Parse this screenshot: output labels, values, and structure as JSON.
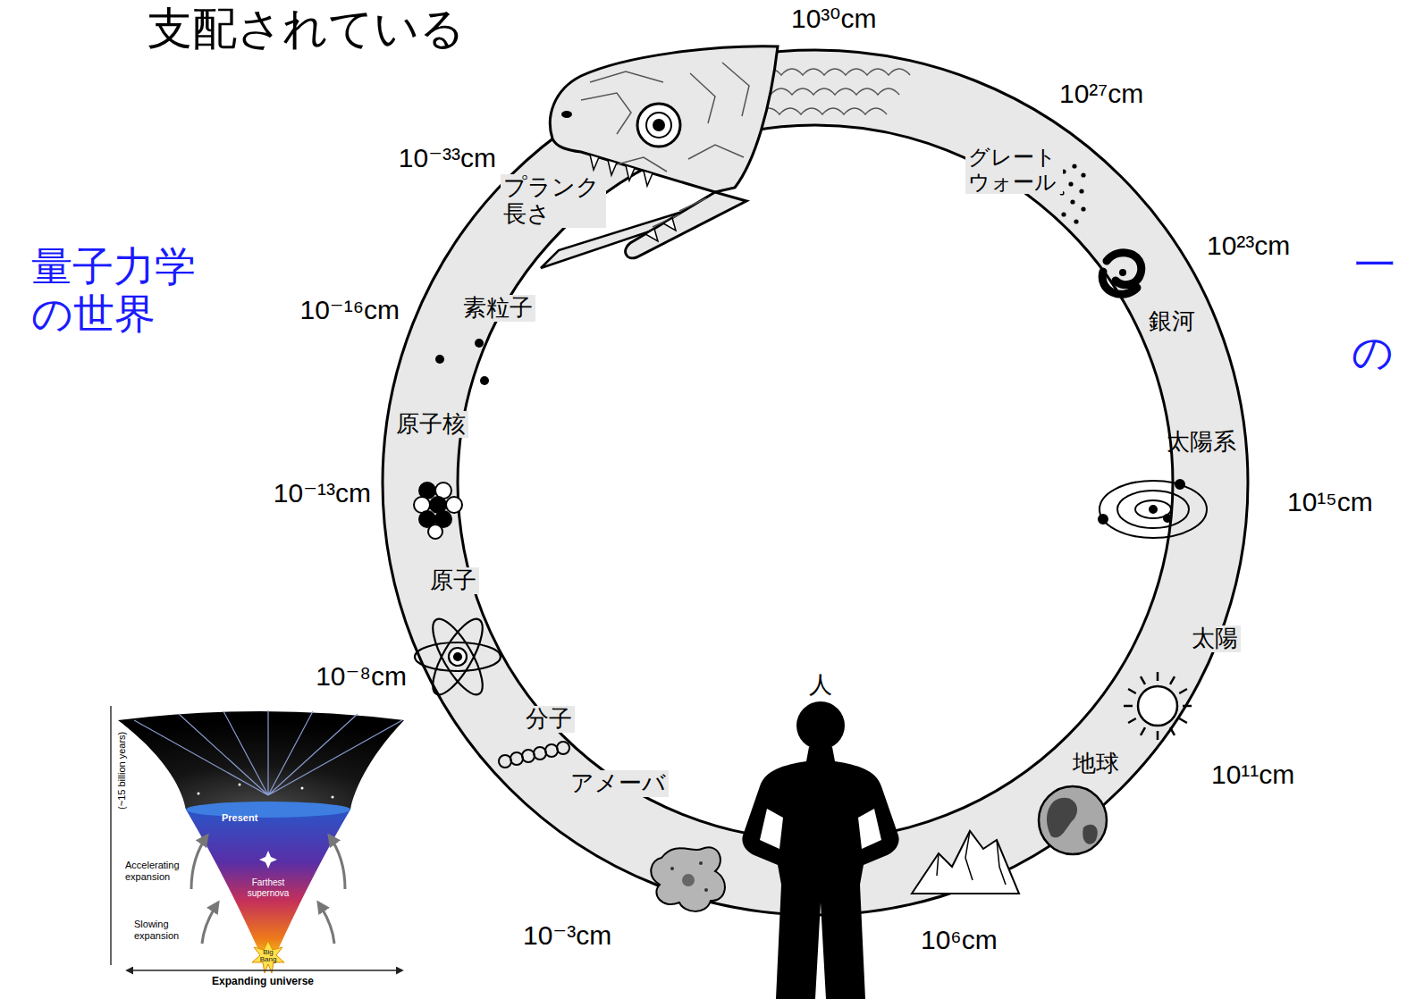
{
  "diagram": {
    "title": "支配されている",
    "labels": [
      "量子力学 の世界",
      "一",
      "の",
      "10³⁰cm",
      "10²⁷cm",
      "グレート ウォール",
      "10²³cm",
      "銀河",
      "10⁻³³cm",
      "プランク 長さ",
      "10⁻¹⁶cm",
      "素粒子",
      "太陽系",
      "10¹⁵cm",
      "原子核",
      "10⁻¹³cm",
      "原子",
      "太陽",
      "10⁻⁸cm",
      "人",
      "分子",
      "地球",
      "10¹¹cm",
      "アメーバ",
      "10⁻³cm",
      "10⁶cm",
      "Present",
      "Accelerating expansion",
      "Slowing expansion",
      "Farthest supernova",
      "Big Bang",
      "Expanding universe",
      "(~15 billion years)"
    ]
  }
}
